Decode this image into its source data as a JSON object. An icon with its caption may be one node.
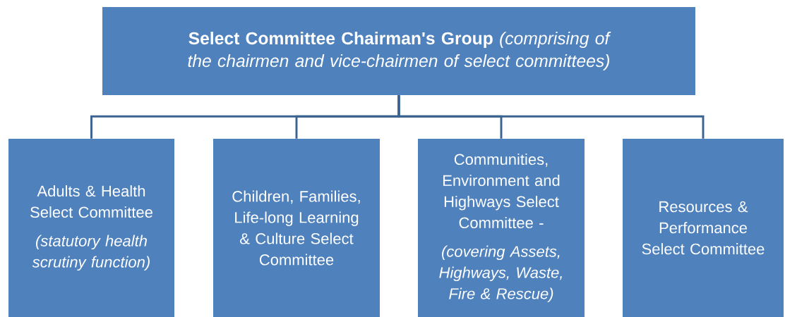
{
  "diagram": {
    "nodes": [
      {
        "text": [
          "**Select Committee Chairman's Group** *(comprising of the chairmen and vice-chairmen of select committees)*"
        ]
      },
      {
        "text": [
          "Adults & Health Select Committee",
          "(statutory health scrutiny function)"
        ]
      },
      {
        "text": [
          "Children, Families, Life-long Learning & Culture Select Committee"
        ]
      },
      {
        "text": [
          "Communities, Environment and Highways Select Committee -",
          "(covering Assets, Highways, Waste, Fire & Rescue)"
        ]
      },
      {
        "text": [
          "Resources & Performance Select Committee"
        ]
      }
    ],
    "edges": [
      {
        "from": 0,
        "to": 1,
        "arrow": "none"
      },
      {
        "from": 0,
        "to": 2,
        "arrow": "none"
      },
      {
        "from": 0,
        "to": 3,
        "arrow": "none"
      },
      {
        "from": 0,
        "to": 4,
        "arrow": "none"
      }
    ]
  }
}
